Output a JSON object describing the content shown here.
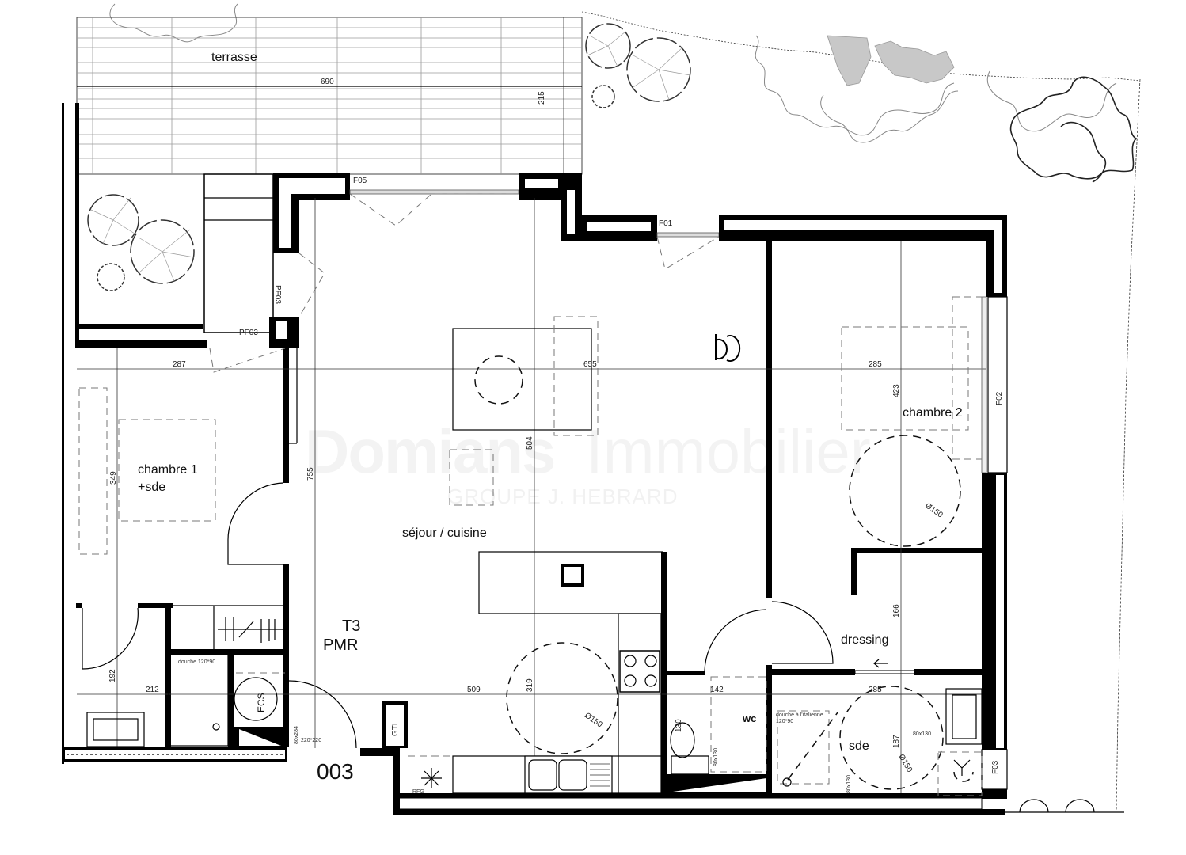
{
  "plan": {
    "lot_number": "003",
    "type_label": "T3",
    "type_sub": "PMR",
    "watermark": {
      "brand_bold": "Domians",
      "brand_light": "Immobilier",
      "subtitle": "GROUPE J. HEBRARD"
    },
    "rooms": {
      "terrasse": "terrasse",
      "sejour": "séjour / cuisine",
      "chambre1_line1": "chambre 1",
      "chambre1_line2": "+sde",
      "chambre2": "chambre 2",
      "dressing": "dressing",
      "wc": "wc",
      "sde": "sde"
    },
    "openings": {
      "f05": "F05",
      "f01": "F01",
      "f02": "F02",
      "f03": "F03",
      "pf03_h": "PF03",
      "pf03_v": "PF03"
    },
    "dimensions": {
      "terrasse_width": "690",
      "terrasse_depth": "215",
      "ch1_width": "287",
      "ch1_depth": "349",
      "sejour_width": "655",
      "sejour_depth": "504",
      "sejour_height": "755",
      "ch2_width": "285",
      "ch2_depth": "423",
      "dressing_depth": "166",
      "sde1_depth": "192",
      "sde1_width": "212",
      "kitchen_width": "509",
      "kitchen_depth": "319",
      "wc_width": "142",
      "wc_depth": "130",
      "sde2_width": "285",
      "sde2_depth": "187",
      "turn_circle": "Ø150",
      "clear_80x130": "80x130",
      "entry_clear": "220*220",
      "entry_sub": "80x284"
    },
    "equipment": {
      "shower1": "douche 120*90",
      "shower2_line1": "douche à l'italienne",
      "shower2_line2": "120*90",
      "water_heater": "ECS",
      "electrical_panel": "GTL",
      "fridge": "RFG"
    }
  }
}
